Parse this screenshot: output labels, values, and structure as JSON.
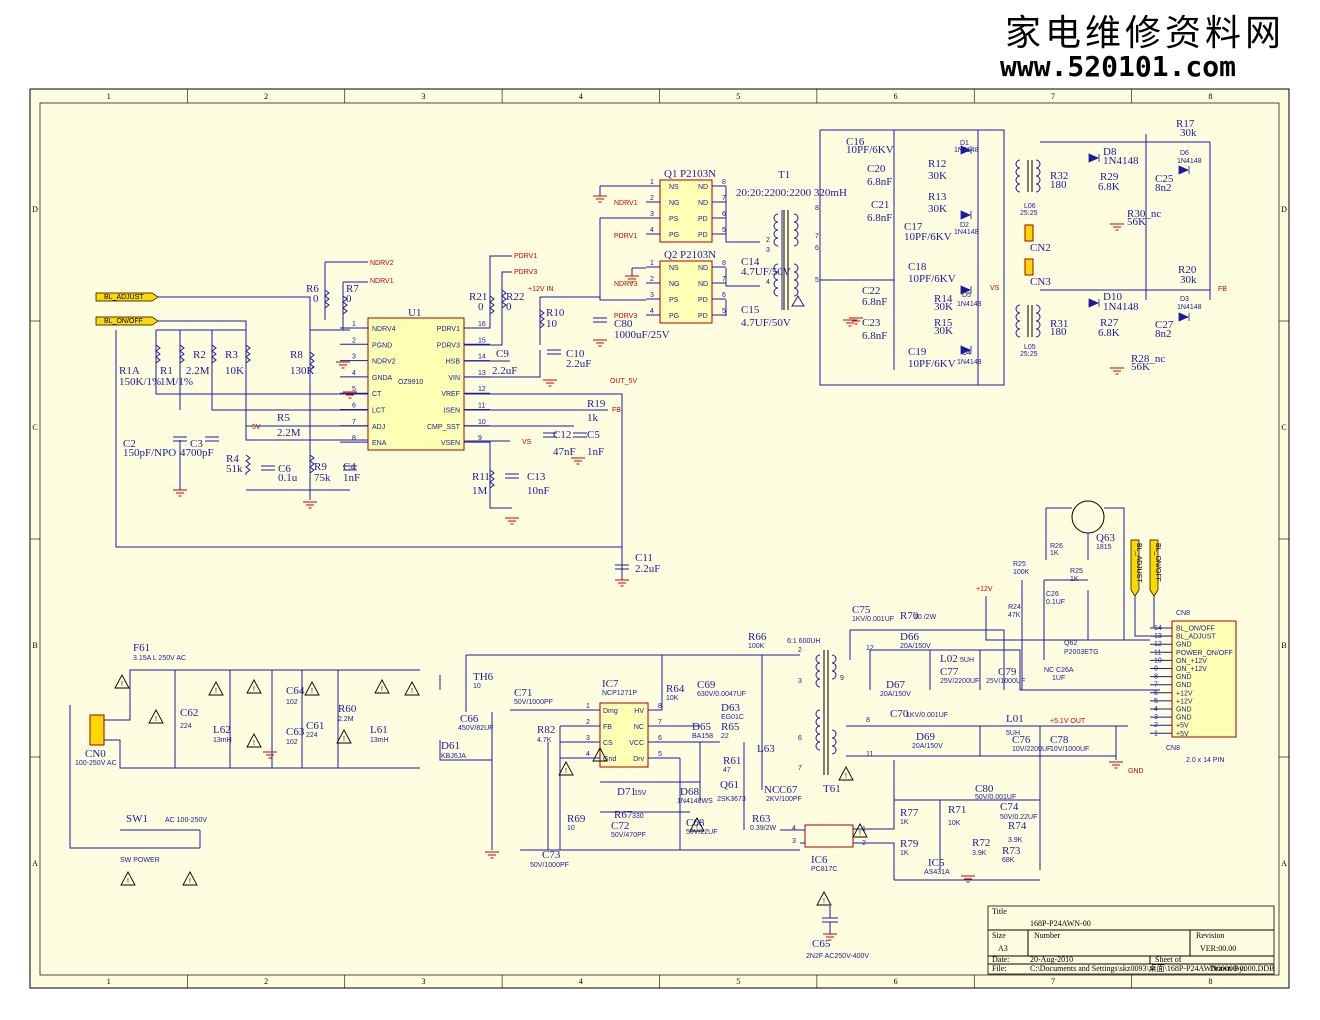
{
  "watermark": {
    "line1": "家电维修资料网",
    "line2": "www.520101.com"
  },
  "border": {
    "columns": [
      "1",
      "2",
      "3",
      "4",
      "5",
      "6",
      "7",
      "8"
    ],
    "rows": [
      "D",
      "C",
      "B",
      "A"
    ]
  },
  "nets": {
    "bl_adjust": "BL_ADJUST",
    "bl_onoff": "BL_ON/OFF",
    "ndrv1": "NDRV1",
    "ndrv2": "NDRV2",
    "pdrv1": "PDRV1",
    "pdrv3": "PDRV3",
    "ndrv3": "NDRV3",
    "v12in": "+12V IN",
    "out5": "OUT_5V",
    "fb": "FB",
    "vs": "VS",
    "v5": "5V",
    "gnd": "GND",
    "v12": "+12V",
    "v51out": "+5.1V OUT"
  },
  "u1": {
    "ref": "U1",
    "name": "OZ9910",
    "left_pins": [
      {
        "n": "1",
        "name": "NDRV4"
      },
      {
        "n": "2",
        "name": "PGND"
      },
      {
        "n": "3",
        "name": "NDRV2"
      },
      {
        "n": "4",
        "name": "GNDA"
      },
      {
        "n": "5",
        "name": "CT"
      },
      {
        "n": "6",
        "name": "LCT"
      },
      {
        "n": "7",
        "name": "ADJ"
      },
      {
        "n": "8",
        "name": "ENA"
      }
    ],
    "right_pins": [
      {
        "n": "16",
        "name": "PDRV1"
      },
      {
        "n": "15",
        "name": "PDRV3"
      },
      {
        "n": "14",
        "name": "HSB"
      },
      {
        "n": "13",
        "name": "VIN"
      },
      {
        "n": "12",
        "name": "VREF"
      },
      {
        "n": "11",
        "name": "ISEN"
      },
      {
        "n": "10",
        "name": "CMP_SST"
      },
      {
        "n": "9",
        "name": "VSEN"
      }
    ]
  },
  "q1": {
    "ref": "Q1",
    "name": "P2103N",
    "pins": [
      "NS",
      "NG",
      "PS",
      "PG",
      "ND",
      "ND",
      "PD",
      "PD"
    ]
  },
  "q2": {
    "ref": "Q2",
    "name": "P2103N",
    "pins": [
      "NS",
      "NG",
      "PS",
      "PG",
      "ND",
      "ND",
      "PD",
      "PD"
    ]
  },
  "t1": {
    "ref": "T1",
    "spec": "20:20:2200:2200 320mH"
  },
  "caps_ctrl": [
    {
      "ref": "C9",
      "val": "2.2uF"
    },
    {
      "ref": "C10",
      "val": "2.2uF"
    },
    {
      "ref": "C80",
      "val": "1000uF/25V"
    },
    {
      "ref": "C14",
      "val": "4.7UF/50V"
    },
    {
      "ref": "C15",
      "val": "4.7UF/50V"
    },
    {
      "ref": "C2",
      "val": "150pF/NPO"
    },
    {
      "ref": "C3",
      "val": "4700pF"
    },
    {
      "ref": "C6",
      "val": "0.1u"
    },
    {
      "ref": "C4",
      "val": "1nF"
    },
    {
      "ref": "C12",
      "val": "47nF"
    },
    {
      "ref": "C5",
      "val": "1nF"
    },
    {
      "ref": "C13",
      "val": "10nF"
    },
    {
      "ref": "C11",
      "val": "2.2uF"
    }
  ],
  "res_ctrl": [
    {
      "ref": "R6",
      "val": "0"
    },
    {
      "ref": "R7",
      "val": "0"
    },
    {
      "ref": "R21",
      "val": "0"
    },
    {
      "ref": "R22",
      "val": "0"
    },
    {
      "ref": "R10",
      "val": "10"
    },
    {
      "ref": "R1A",
      "val": "150K/1%"
    },
    {
      "ref": "R1",
      "val": "1M/1%"
    },
    {
      "ref": "R2",
      "val": "2.2M"
    },
    {
      "ref": "R3",
      "val": "10K"
    },
    {
      "ref": "R8",
      "val": "130K"
    },
    {
      "ref": "R5",
      "val": "2.2M"
    },
    {
      "ref": "R4",
      "val": "51k"
    },
    {
      "ref": "R9",
      "val": "75k"
    },
    {
      "ref": "R19",
      "val": "1k"
    },
    {
      "ref": "R11",
      "val": "1M"
    }
  ],
  "hv": {
    "caps": [
      {
        "ref": "C16",
        "val": "10PF/6KV"
      },
      {
        "ref": "C20",
        "val": "6.8nF"
      },
      {
        "ref": "C21",
        "val": "6.8nF"
      },
      {
        "ref": "C17",
        "val": "10PF/6KV"
      },
      {
        "ref": "C18",
        "val": "10PF/6KV"
      },
      {
        "ref": "C22",
        "val": "6.8nF"
      },
      {
        "ref": "C23",
        "val": "6.8nF"
      },
      {
        "ref": "C19",
        "val": "10PF/6KV"
      },
      {
        "ref": "C25",
        "val": "8n2"
      },
      {
        "ref": "C27",
        "val": "8n2"
      }
    ],
    "res": [
      {
        "ref": "R12",
        "val": "30K"
      },
      {
        "ref": "R13",
        "val": "30K"
      },
      {
        "ref": "R14",
        "val": "30K"
      },
      {
        "ref": "R15",
        "val": "30K"
      },
      {
        "ref": "R17",
        "val": "30k"
      },
      {
        "ref": "R20",
        "val": "30k"
      },
      {
        "ref": "R32",
        "val": "180"
      },
      {
        "ref": "R29",
        "val": "6.8K"
      },
      {
        "ref": "R30_nc",
        "val": "56K"
      },
      {
        "ref": "R31",
        "val": "180"
      },
      {
        "ref": "R27",
        "val": "6.8K"
      },
      {
        "ref": "R28_nc",
        "val": "56K"
      }
    ],
    "r30": "R30_nc",
    "r28": "R28_nc",
    "diodes": [
      {
        "ref": "D1",
        "val": "1N4148"
      },
      {
        "ref": "D2",
        "val": "1N4148"
      },
      {
        "ref": "D5",
        "val": "1N4148"
      },
      {
        "ref": "D4",
        "val": "1N4148"
      },
      {
        "ref": "D8",
        "val": "1N4148"
      },
      {
        "ref": "D6",
        "val": "1N4148"
      },
      {
        "ref": "D10",
        "val": "1N4148"
      },
      {
        "ref": "D3",
        "val": "1N4148"
      }
    ],
    "l06": "L06",
    "l05": "L05",
    "ratio": "25:25",
    "cn2": "CN2",
    "cn3": "CN3"
  },
  "psu": {
    "f61": {
      "ref": "F61",
      "val": "3.15A L 250V AC"
    },
    "cn0": {
      "ref": "CN0",
      "val": "100-250V AC"
    },
    "c62": {
      "ref": "C62",
      "val": "224"
    },
    "l62": {
      "ref": "L62",
      "val": "13mH"
    },
    "c64": {
      "ref": "C64",
      "val": "102"
    },
    "c63": {
      "ref": "C63",
      "val": "102"
    },
    "c61": {
      "ref": "C61",
      "val": "224"
    },
    "r60": {
      "ref": "R60",
      "val": "2.2M"
    },
    "l61": {
      "ref": "L61",
      "val": "13mH"
    },
    "d61": {
      "ref": "D61",
      "val": "KBJ6JA"
    },
    "th6": {
      "ref": "TH6",
      "val": "10"
    },
    "c66": {
      "ref": "C66",
      "val": "450V/82UF"
    },
    "c71": {
      "ref": "C71",
      "val": "50V/1000PF"
    },
    "r82": {
      "ref": "R82",
      "val": "4.7K"
    },
    "c73": {
      "ref": "C73",
      "val": "50V/1000PF"
    },
    "r69": {
      "ref": "R69",
      "val": "10"
    },
    "ic7": {
      "ref": "IC7",
      "name": "NCP1271P",
      "left": [
        "Dmg",
        "FB",
        "CS",
        "Gnd"
      ],
      "right": [
        "HV",
        "NC",
        "VCC",
        "Drv"
      ]
    },
    "r64": {
      "ref": "R64",
      "val": "10K"
    },
    "r66": {
      "ref": "R66",
      "val": "100K"
    },
    "c69": {
      "ref": "C69",
      "val": "630V/0.0047UF"
    },
    "d63": {
      "ref": "D63",
      "val": "EG01C"
    },
    "d65": {
      "ref": "D65",
      "val": "BA158"
    },
    "r65": {
      "ref": "R65",
      "val": "22"
    },
    "l63": {
      "ref": "L63",
      "val": ""
    },
    "r61": {
      "ref": "R61",
      "val": "47"
    },
    "q61": {
      "ref": "Q61",
      "val": "2SK3673"
    },
    "d71": {
      "ref": "D71",
      "val": "15V"
    },
    "d68": {
      "ref": "D68",
      "val": "1N4148WS"
    },
    "r67": {
      "ref": "R67",
      "val": "330"
    },
    "c72": {
      "ref": "C72",
      "val": "50V/470PF"
    },
    "c68": {
      "ref": "C68",
      "val": "50V/22UF"
    },
    "r63": {
      "ref": "R63",
      "val": "0.39/2W"
    },
    "c67": {
      "ref": "C67",
      "val": "2KV/100PF"
    },
    "nc": "NC",
    "t61": {
      "ref": "T61",
      "val": "6:1 600UH"
    },
    "c75": {
      "ref": "C75",
      "val": "1KV/0.001UF"
    },
    "r70": {
      "ref": "R70",
      "val": "10 /2W"
    },
    "d66": {
      "ref": "D66",
      "val": "20A/150V"
    },
    "d67": {
      "ref": "D67",
      "val": "20A/150V"
    },
    "l02": {
      "ref": "L02",
      "val": "5UH"
    },
    "c77": {
      "ref": "C77",
      "val": "25V/2200UF"
    },
    "c79": {
      "ref": "C79",
      "val": "25V/1000UF"
    },
    "c70": {
      "ref": "C70",
      "val": "1KV/0.001UF"
    },
    "d69": {
      "ref": "D69",
      "val": "20A/150V"
    },
    "l01": {
      "ref": "L01",
      "val": "5UH"
    },
    "c76": {
      "ref": "C76",
      "val": "10V/2200UF"
    },
    "c78": {
      "ref": "C78",
      "val": "10V/1000UF"
    },
    "ic6": {
      "ref": "IC6",
      "val": "PC817C"
    },
    "r77": {
      "ref": "R77",
      "val": "1K"
    },
    "r79": {
      "ref": "R79",
      "val": "1K"
    },
    "c80b": {
      "ref": "C80",
      "val": "50V/0.001UF"
    },
    "r71": {
      "ref": "R71",
      "val": "10K"
    },
    "c74": {
      "ref": "C74",
      "val": "50V/0.22UF"
    },
    "r74": {
      "ref": "R74",
      "val": "3.9K"
    },
    "r72": {
      "ref": "R72",
      "val": "3.9K"
    },
    "r73": {
      "ref": "R73",
      "val": "68K"
    },
    "ic5": {
      "ref": "IC5",
      "val": "AS431A"
    },
    "c65": {
      "ref": "C65",
      "val": "2N2F AC250V-400V"
    },
    "sw1": {
      "ref": "SW1",
      "val": "SW POWER"
    },
    "ac": "AC 100-250V"
  },
  "aux": {
    "q63": {
      "ref": "Q63",
      "val": "1815"
    },
    "r26": {
      "ref": "R26",
      "val": "1K"
    },
    "r25a": {
      "ref": "R25",
      "val": "100K"
    },
    "r25b": {
      "ref": "R25",
      "val": "1K"
    },
    "r24": {
      "ref": "R24",
      "val": "47K"
    },
    "c26": {
      "ref": "C26",
      "val": "0.1UF"
    },
    "q62": {
      "ref": "Q62",
      "val": "P2003ETG"
    },
    "nc_c26a": "NC C26A",
    "c26a_val": "1UF"
  },
  "cn8": {
    "ref": "CN8",
    "desc": "2.0 x 14 PIN",
    "pins": [
      {
        "n": "14",
        "name": "BL_ON/OFF"
      },
      {
        "n": "13",
        "name": "BL_ADJUST"
      },
      {
        "n": "12",
        "name": "GND"
      },
      {
        "n": "11",
        "name": "POWER_ON/OFF"
      },
      {
        "n": "10",
        "name": "ON_+12V"
      },
      {
        "n": "9",
        "name": "ON_+12V"
      },
      {
        "n": "8",
        "name": "GND"
      },
      {
        "n": "7",
        "name": "GND"
      },
      {
        "n": "6",
        "name": "+12V"
      },
      {
        "n": "5",
        "name": "+12V"
      },
      {
        "n": "4",
        "name": "GND"
      },
      {
        "n": "3",
        "name": "GND"
      },
      {
        "n": "2",
        "name": "+5V"
      },
      {
        "n": "1",
        "name": "+5V"
      }
    ]
  },
  "title_block": {
    "title_label": "Title",
    "title": "168P-P24AWN-00",
    "size_label": "Size",
    "size": "A3",
    "number_label": "Number",
    "revision_label": "Revision",
    "revision": "VER:00.00",
    "date_label": "Date:",
    "date": "20-Aug-2010",
    "sheet_label": "Sheet    of",
    "file_label": "File:",
    "file": "C:\\Documents and Settings\\skz0093\\桌面\\168P-P24AWN00000-0000.DDB",
    "drawn_label": "Drawn By:"
  }
}
